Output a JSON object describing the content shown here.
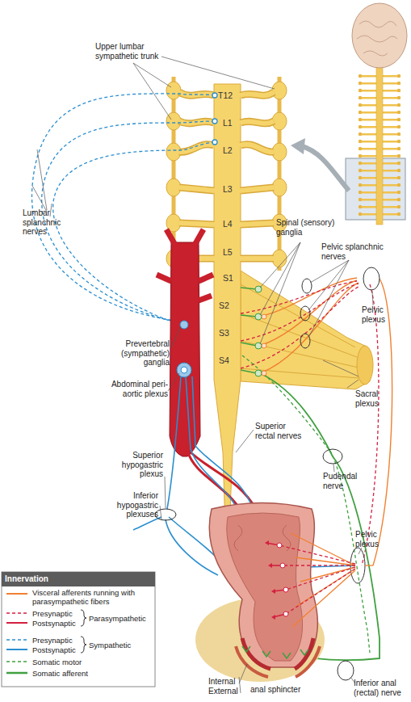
{
  "diagram": {
    "labels": [
      "Upper lumbar sympathetic trunk",
      "T12",
      "L1",
      "L2",
      "L3",
      "L4",
      "L5",
      "S1",
      "S2",
      "S3",
      "S4",
      "Lumbar splanchnic nerves",
      "Spinal (sensory) ganglia",
      "Pelvic splanchnic nerves",
      "Pelvic plexus",
      "Prevertebral (sympathetic) ganglia",
      "Abdominal peri-aortic plexus",
      "Sacral plexus",
      "Superior rectal nerves",
      "Superior hypogastric plexus",
      "Pudendal nerve",
      "Inferior hypogastric plexuses",
      "Pelvic plexus",
      "Innervation",
      "Parasympathetic",
      "Sympathetic",
      "Internal",
      "External",
      "anal sphincter",
      "Inferior anal (rectal) nerve"
    ],
    "legend": [
      {
        "text": "Visceral afferents running with parasympathetic fibers"
      },
      {
        "text": "Presynaptic"
      },
      {
        "text": "Postsynaptic"
      },
      {
        "text": "Presynaptic"
      },
      {
        "text": "Postsynaptic"
      },
      {
        "text": "Somatic motor"
      },
      {
        "text": "Somatic afferent"
      }
    ]
  }
}
